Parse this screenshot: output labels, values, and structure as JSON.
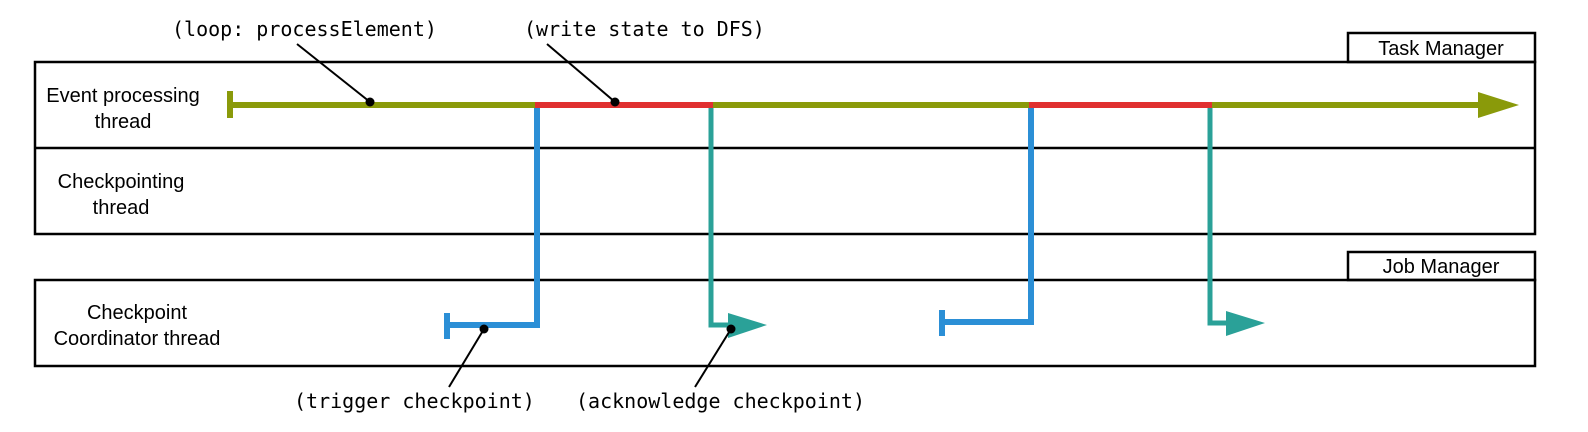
{
  "annotations": {
    "loop": "(loop: processElement)",
    "write_state": "(write state to DFS)",
    "trigger": "(trigger checkpoint)",
    "acknowledge": "(acknowledge checkpoint)"
  },
  "managers": {
    "task_manager": "Task Manager",
    "job_manager": "Job Manager"
  },
  "lanes": {
    "event_processing": [
      "Event processing",
      "thread"
    ],
    "checkpointing": [
      "Checkpointing",
      "thread"
    ],
    "coordinator": [
      "Checkpoint",
      "Coordinator thread"
    ]
  },
  "colors": {
    "processing": "#8a9a0a",
    "state_write": "#e03030",
    "trigger": "#2b8fd6",
    "acknowledge": "#2aa198",
    "border": "#000000"
  }
}
